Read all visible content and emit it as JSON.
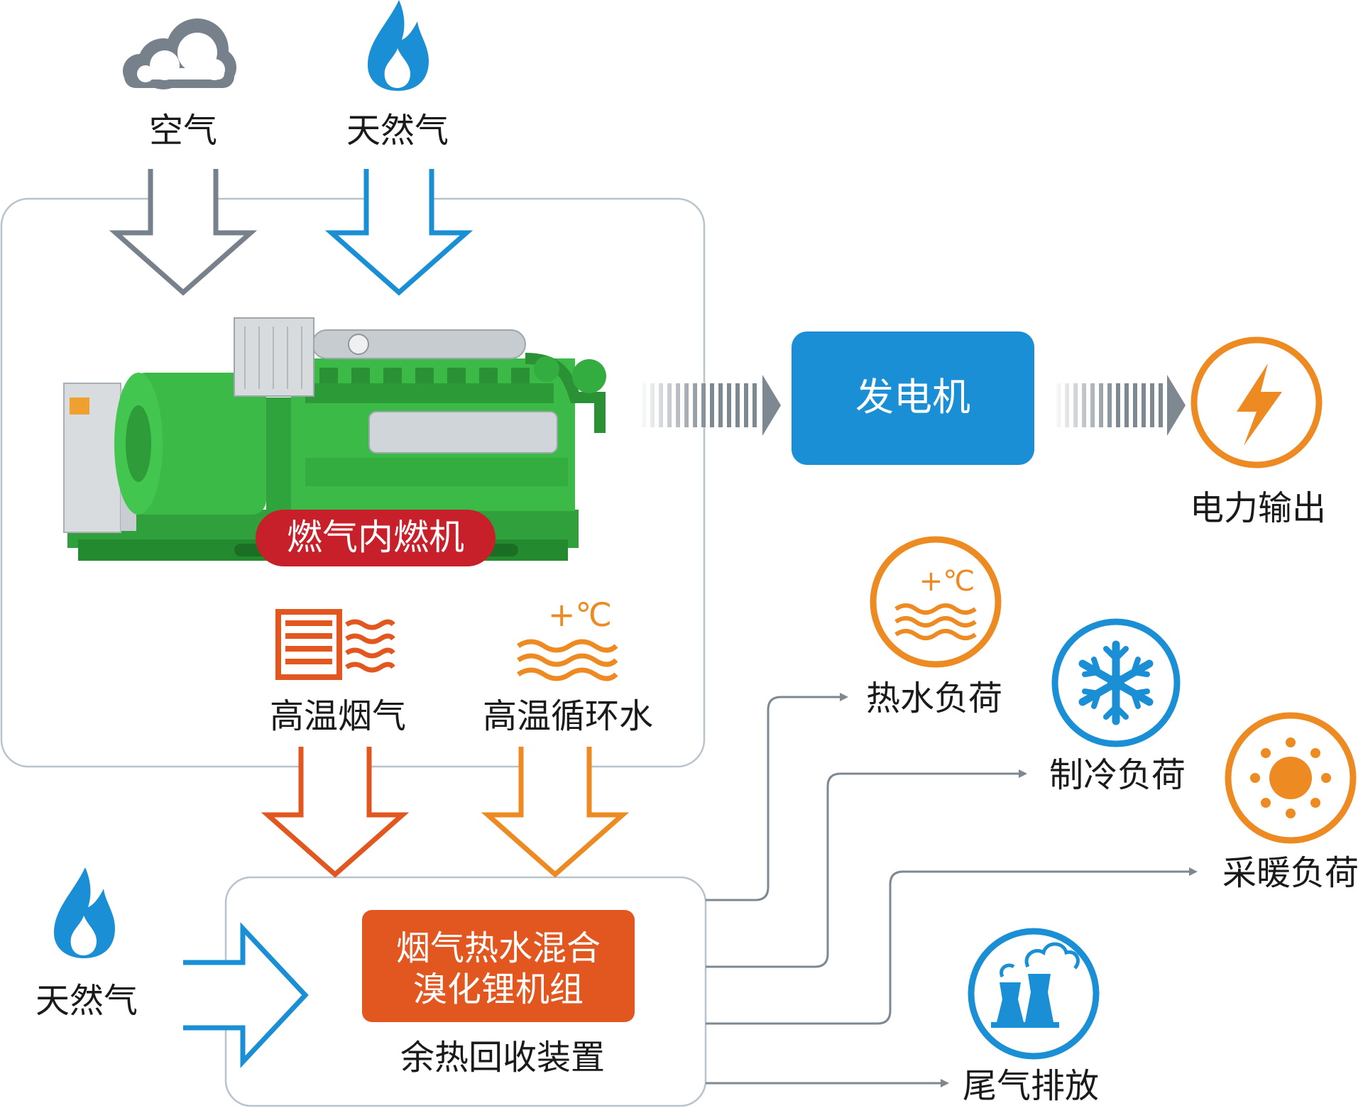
{
  "inputs": {
    "air": "空气",
    "natural_gas_top": "天然气",
    "natural_gas_bottom": "天然气"
  },
  "engine": {
    "label": "燃气内燃机"
  },
  "byproducts": {
    "exhaust": "高温烟气",
    "hot_water": "高温循环水",
    "temp_symbol": "+℃"
  },
  "generator": {
    "label": "发电机"
  },
  "outputs": {
    "power": "电力输出",
    "hot_water_load": "热水负荷",
    "cooling_load": "制冷负荷",
    "heating_load": "采暖负荷",
    "exhaust_emission": "尾气排放"
  },
  "recovery": {
    "unit_line1": "烟气热水混合",
    "unit_line2": "溴化锂机组",
    "device": "余热回收装置"
  },
  "colors": {
    "blue": "#1b8fd6",
    "gray": "#76818b",
    "orange": "#ee8a22",
    "red_orange": "#e2561f",
    "engine_green": "#3cba48",
    "badge_red": "#c8202a"
  }
}
